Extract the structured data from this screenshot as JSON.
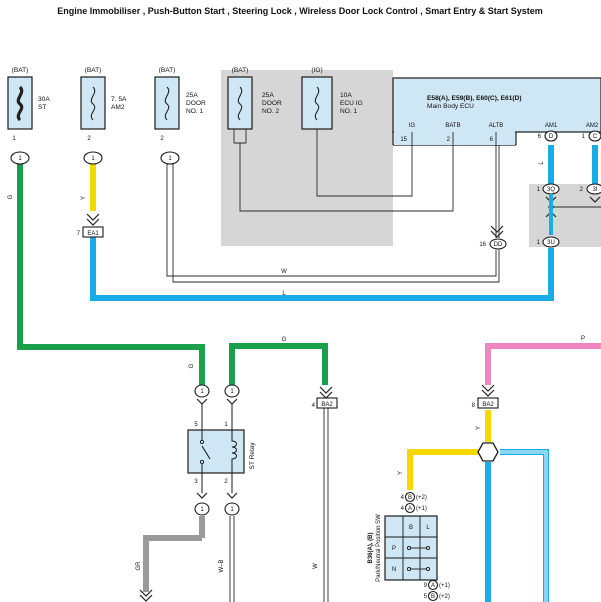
{
  "title": "Engine Immobiliser , Push-Button Start , Steering Lock , Wireless Door Lock Control , Smart Entry & Start System",
  "fuses": [
    {
      "source": "(BAT)",
      "rating": "30A",
      "name": "ST"
    },
    {
      "source": "(BAT)",
      "rating": "7. 5A",
      "name": "AM2"
    },
    {
      "source": "(BAT)",
      "rating": "25A",
      "name_l1": "DOOR",
      "name_l2": "NO. 1"
    },
    {
      "source": "(BAT)",
      "rating": "25A",
      "name_l1": "DOOR",
      "name_l2": "NO. 2"
    },
    {
      "source": "(IG)",
      "rating": "10A",
      "name_l1": "ECU IG",
      "name_l2": "NO. 1"
    }
  ],
  "ecu": {
    "id": "E58(A), E59(B), E60(C), E61(D)",
    "name": "Main Body ECU",
    "pins": {
      "ig": "IG",
      "batb": "BATB",
      "altb": "ALTB",
      "am1": "AM1",
      "am2": "AM2"
    },
    "pin_numbers": {
      "ig": "15",
      "batb": "2",
      "altb": "6",
      "am1": "6",
      "am2": "1"
    },
    "pin_letters": {
      "am1": "D",
      "am2": "C"
    }
  },
  "relay": {
    "name": "ST Relay",
    "pins": [
      "5",
      "1",
      "3",
      "2"
    ]
  },
  "switch": {
    "id": "B36(A), (B)",
    "name": "Park/Neutral Position SW",
    "columns": [
      "B",
      "L"
    ],
    "rows": [
      "P",
      "N"
    ],
    "top_pins": [
      {
        "num": "4",
        "letter": "B",
        "suffix": "(+2)"
      },
      {
        "num": "4",
        "letter": "A",
        "suffix": "(+1)"
      }
    ],
    "bottom_pins": [
      {
        "num": "9",
        "letter": "A",
        "suffix": "(+1)"
      },
      {
        "num": "5",
        "letter": "B",
        "suffix": "(+2)"
      }
    ]
  },
  "connectors": {
    "ea1": {
      "num": "7",
      "code": "EA1"
    },
    "ba2a": {
      "num": "4",
      "code": "BA2"
    },
    "ba2b": {
      "num": "8",
      "code": "BA2"
    },
    "dd": {
      "num": "16",
      "code": "DD"
    },
    "c3q": {
      "num": "1",
      "code": "3Q"
    },
    "c3i": {
      "num": "2",
      "code": "3I"
    },
    "c3u": {
      "num": "1",
      "code": "3U"
    }
  },
  "pin_labels": {
    "fuse_st": "1",
    "fuse_am2": "2",
    "fuse_door1": "2",
    "j1": "1",
    "j2": "1",
    "j3": "1",
    "relay_in1": "1",
    "relay_in2": "1",
    "relay_out1": "1",
    "relay_out2": "1"
  },
  "wires": {
    "g_left": "G",
    "y_am2": "Y",
    "w_door": "W",
    "l_ecu": "L",
    "g_top": "G",
    "g_vert": "G",
    "p_top": "P",
    "y_sw": "Y",
    "y_ba2": "Y",
    "l_am1": "L",
    "gr": "GR",
    "wb": "W–B",
    "w_ba2": "W"
  },
  "colors": {
    "green": "#1aa04a",
    "yellow": "#f5d800",
    "blue": "#1aace6",
    "pink": "#ef86c0",
    "grey_wire": "#9a9a9a",
    "shade": "#d6d6d6",
    "box_fill": "#cfe6f4"
  }
}
